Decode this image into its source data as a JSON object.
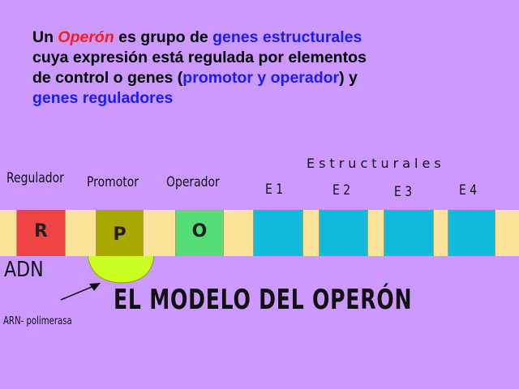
{
  "intro": {
    "line1_a": "Un ",
    "line1_operon": "Operón",
    "line1_b": " es grupo de ",
    "line1_genes": "genes estructurales",
    "line2": "cuya expresión está regulada por  elementos",
    "line3_a": "de control o genes (",
    "line3_blue": "promotor y operador",
    "line3_b": ") y",
    "line4_blue": "genes reguladores"
  },
  "labels": {
    "regulador": "Regulador",
    "promotor": "Promotor",
    "operador": "Operador",
    "estructurales": "Estructurales",
    "e1": "E 1",
    "e2": "E 2",
    "e3": "E 3",
    "e4": "E 4"
  },
  "boxes": {
    "r": "R",
    "p": "P",
    "o": "O"
  },
  "adn": "ADN",
  "title": "EL  MODELO  DEL  OPERÓN",
  "arn": "ARN- polimerasa",
  "colors": {
    "background": "#cc99ff",
    "strip": "#fbe49a",
    "regulador": "#ee4444",
    "promotor": "#a8a800",
    "operador": "#55dd77",
    "estructural": "#11bbdd",
    "polymerase": "#ccff22",
    "accent_red": "#ff1a1a",
    "accent_blue": "#1a1aff"
  }
}
